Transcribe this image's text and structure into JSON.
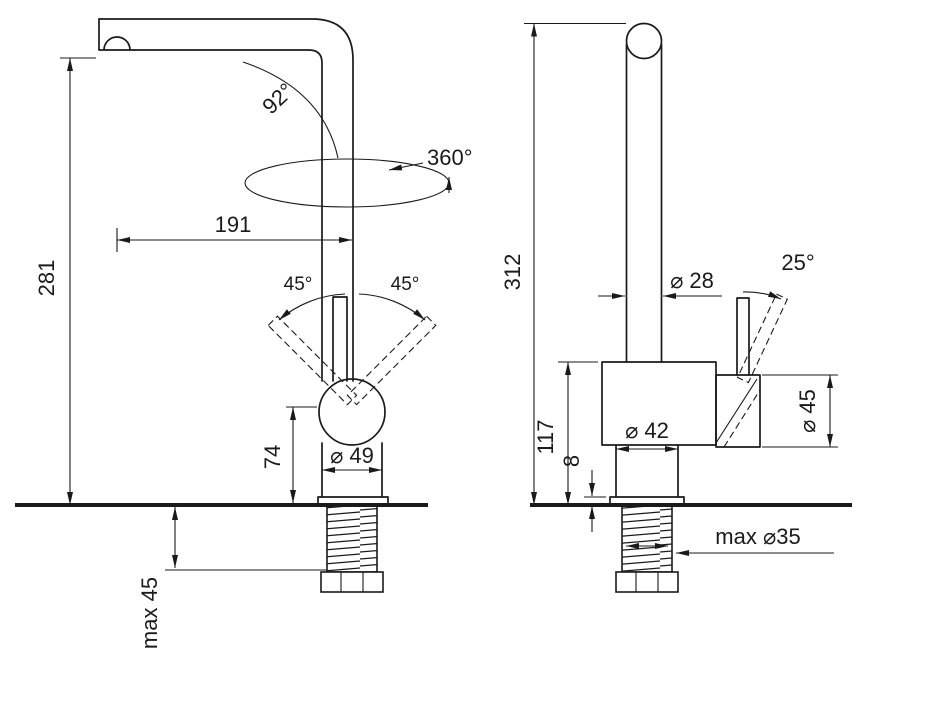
{
  "drawing": {
    "title": "faucet-dimension-drawing",
    "side_view": {
      "total_height": "281",
      "reach": "191",
      "spout_angle": "92°",
      "swivel_angle": "360°",
      "handle_swing_left": "45°",
      "handle_swing_right": "45°",
      "body_height": "74",
      "base_diameter": "⌀ 49",
      "max_counter_thickness": "max 45"
    },
    "front_view": {
      "total_height": "312",
      "spout_pipe_diameter": "⌀ 28",
      "handle_tilt_angle": "25°",
      "body_height": "117",
      "base_plate_height": "8",
      "body_diameter": "⌀ 42",
      "handle_diameter": "⌀ 45",
      "max_hole_diameter": "max ⌀35"
    }
  }
}
